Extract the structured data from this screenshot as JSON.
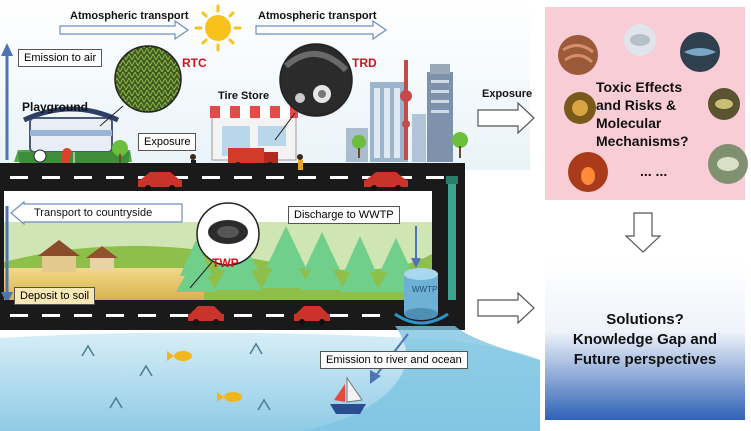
{
  "labels": {
    "atm_transport_left": "Atmospheric transport",
    "atm_transport_right": "Atmospheric transport",
    "emission_to_air": "Emission to air",
    "playground": "Playground",
    "rtc": "RTC",
    "trd": "TRD",
    "tire_store": "Tire Store",
    "exposure_left": "Exposure",
    "exposure_right": "Exposure",
    "transport_countryside": "Transport to countryside",
    "discharge_wwtp": "Discharge to WWTP",
    "twp": "TWP",
    "deposit_soil": "Deposit to soil",
    "emission_river": "Emission to river and ocean",
    "wwtp_tank": "WWTP"
  },
  "effects_panel": {
    "line1": "Toxic Effects",
    "line2": "and Risks &",
    "line3": "Molecular",
    "line4": "Mechanisms?",
    "ellipsis": "... ..."
  },
  "solutions_panel": {
    "line1": "Solutions?",
    "line2": "Knowledge Gap and",
    "line3": "Future perspectives"
  },
  "colors": {
    "effects_bg": "#f8cdd6",
    "road": "#1a1a1a",
    "arrow_blue": "#4f74b3",
    "label_red": "#d4121b",
    "sea": "#9fd3ea"
  }
}
